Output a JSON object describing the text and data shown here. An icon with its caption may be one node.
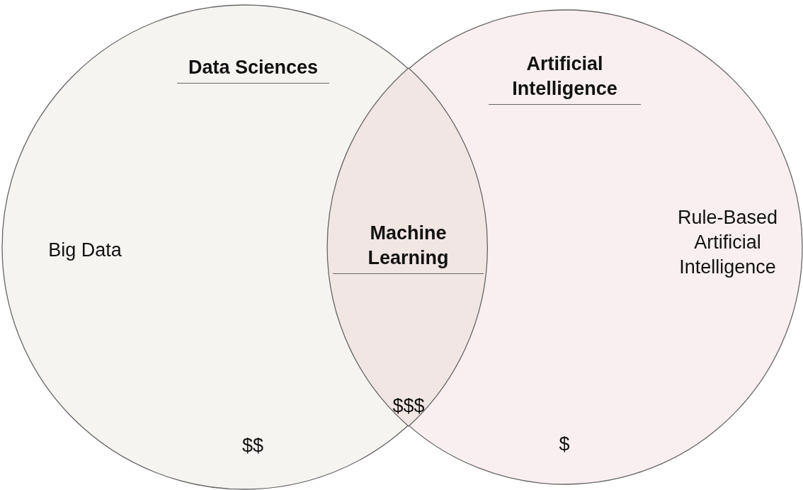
{
  "diagram": {
    "nodes": [
      {
        "text": [
          "Data Sciences",
          "Big Data",
          "$$"
        ]
      },
      {
        "text": [
          "Artificial Intelligence",
          "Rule-Based Artificial Intelligence",
          "$"
        ]
      },
      {
        "text": [
          "Machine Learning",
          "$$$"
        ]
      }
    ]
  }
}
